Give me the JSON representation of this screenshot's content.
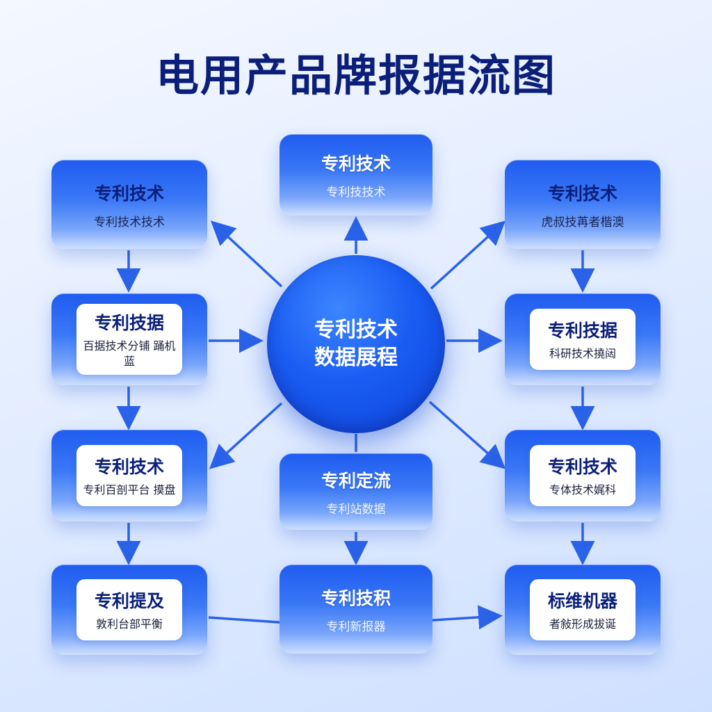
{
  "title": "电用产品牌报据流图",
  "hub": {
    "line1": "专利技术",
    "line2": "数据展程"
  },
  "nodes": {
    "top_center": {
      "title": "专利技术",
      "sub": "专利技技术"
    },
    "left_1": {
      "title": "专利技术",
      "sub": "专利技术技术"
    },
    "left_2": {
      "title": "专利技据",
      "sub": "百据技术分铺 踊机蓝"
    },
    "left_3": {
      "title": "专利技术",
      "sub": "专利百剖平台 摸盘"
    },
    "left_4": {
      "title": "专利提及",
      "sub": "敦利台部平衡"
    },
    "right_1": {
      "title": "专利技术",
      "sub": "虎叔技苒者楷澳"
    },
    "right_2": {
      "title": "专利技据",
      "sub": "科研技术撓闼"
    },
    "right_3": {
      "title": "专利技术",
      "sub": "专体技术娓科"
    },
    "right_4": {
      "title": "标维机器",
      "sub": "者敍形成拔诞"
    },
    "bottom_center_1": {
      "title": "专利定流",
      "sub": "专利站数据"
    },
    "bottom_center_2": {
      "title": "专利技积",
      "sub": "专利新报器"
    }
  },
  "colors": {
    "accent": "#1f5cf0",
    "arrow": "#2a62e8",
    "title": "#0b1f7a"
  }
}
